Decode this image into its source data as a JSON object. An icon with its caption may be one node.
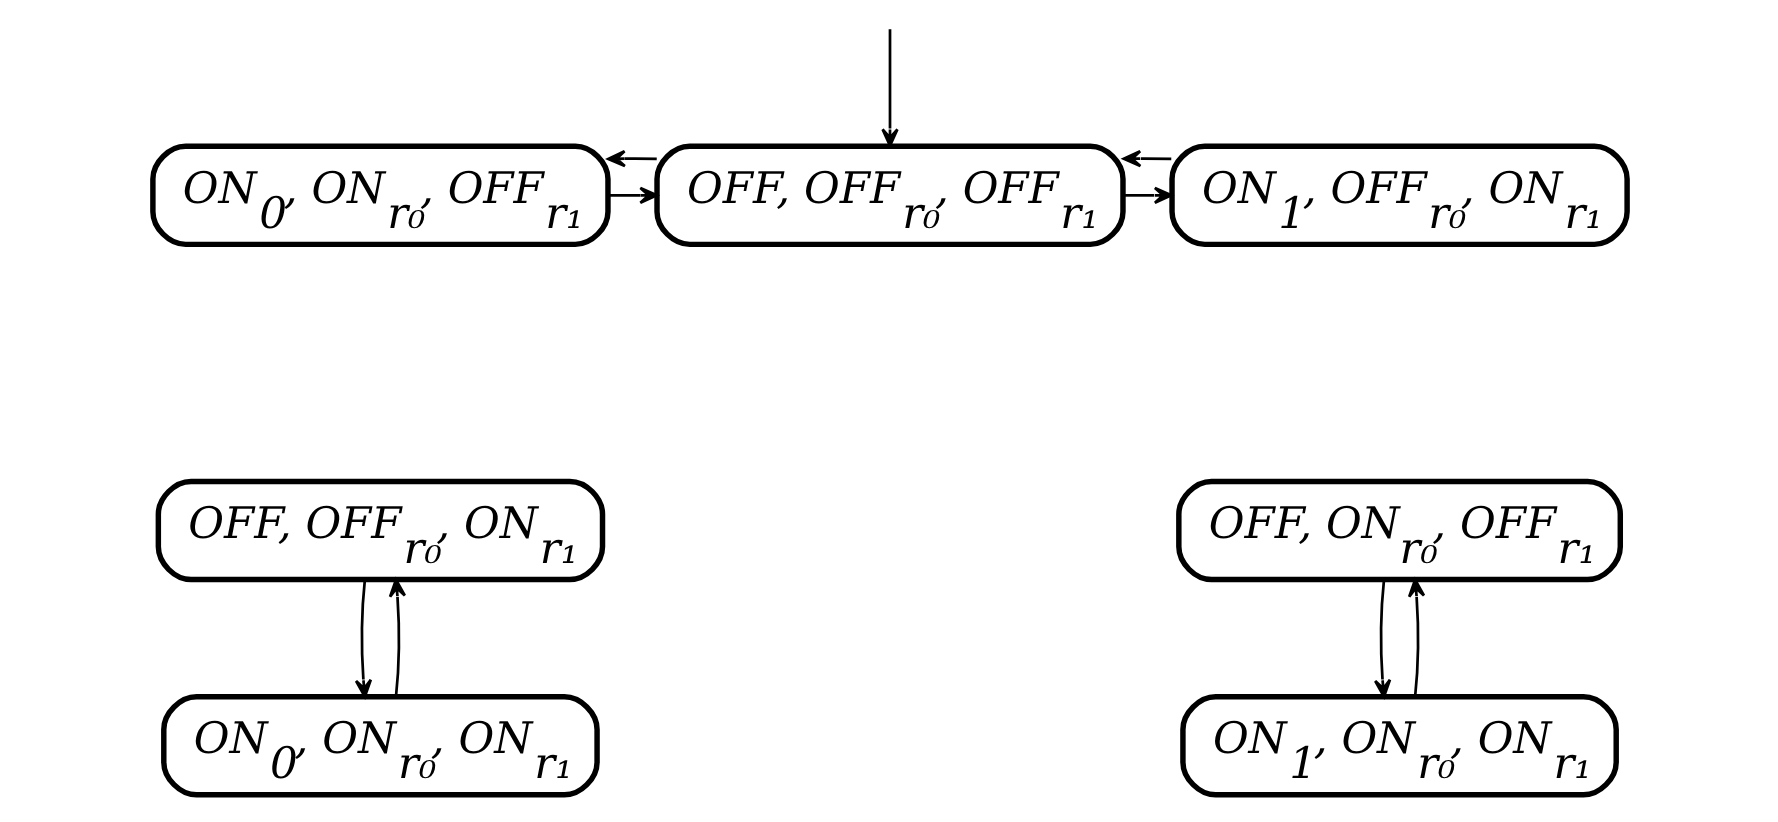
{
  "diagram": {
    "nodes": [
      {
        "text": [
          "ON$_{0}$, ON$_{r₀}$, OFF$_{r₁}$"
        ]
      },
      {
        "text": [
          "OFF, OFF$_{r₀}$, OFF$_{r₁}$"
        ]
      },
      {
        "text": [
          "ON$_{1}$, OFF$_{r₀}$, ON$_{r₁}$"
        ]
      },
      {
        "text": [
          "OFF, OFF$_{r₀}$, ON$_{r₁}$"
        ]
      },
      {
        "text": [
          "ON$_{0}$, ON$_{r₀}$, ON$_{r₁}$"
        ]
      },
      {
        "text": [
          "OFF, ON$_{r₀}$, OFF$_{r₁}$"
        ]
      },
      {
        "text": [
          "ON$_{1}$, ON$_{r₀}$, ON$_{r₁}$"
        ]
      }
    ],
    "edges": [
      {
        "from": null,
        "to": 1,
        "arrow": "to"
      },
      {
        "from": 0,
        "to": 1,
        "arrow": "to"
      },
      {
        "from": 1,
        "to": 0,
        "arrow": "to"
      },
      {
        "from": 1,
        "to": 2,
        "arrow": "to"
      },
      {
        "from": 2,
        "to": 1,
        "arrow": "to"
      },
      {
        "from": 3,
        "to": 4,
        "arrow": "to"
      },
      {
        "from": 4,
        "to": 3,
        "arrow": "to"
      },
      {
        "from": 5,
        "to": 6,
        "arrow": "to"
      },
      {
        "from": 6,
        "to": 5,
        "arrow": "to"
      }
    ]
  }
}
